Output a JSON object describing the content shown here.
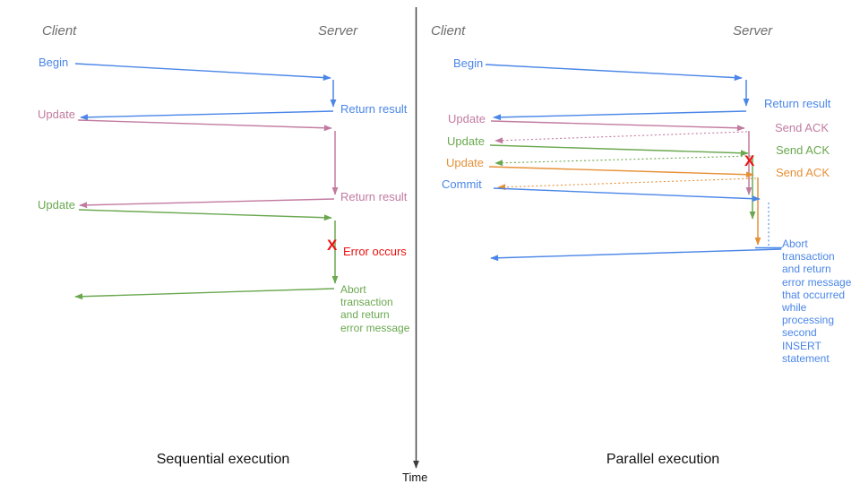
{
  "colors": {
    "blue": "#4a86e8",
    "pink": "#c27ba0",
    "green": "#6aa84f",
    "orange": "#e69138",
    "red": "#ee1111",
    "axis_gray": "#3d3d3d",
    "header_gray": "#6e6e6e"
  },
  "time_axis": {
    "label": "Time"
  },
  "left_panel": {
    "title": "Sequential execution",
    "client_header": "Client",
    "server_header": "Server",
    "messages": {
      "begin": "Begin",
      "return_result_1": "Return result",
      "update_1": "Update",
      "return_result_2": "Return result",
      "update_2": "Update",
      "error_mark": "X",
      "error_label": "Error occurs",
      "abort_label": "Abort\ntransaction\nand return\nerror message"
    }
  },
  "right_panel": {
    "title": "Parallel execution",
    "client_header": "Client",
    "server_header": "Server",
    "messages": {
      "begin": "Begin",
      "return_result": "Return result",
      "update_1": "Update",
      "send_ack_1": "Send ACK",
      "update_2": "Update",
      "send_ack_2": "Send ACK",
      "update_3": "Update",
      "send_ack_3": "Send ACK",
      "commit": "Commit",
      "error_mark": "X",
      "abort_label": "Abort\ntransaction\nand return\nerror message\nthat occurred\nwhile\nprocessing\nsecond\nINSERT\nstatement"
    }
  }
}
